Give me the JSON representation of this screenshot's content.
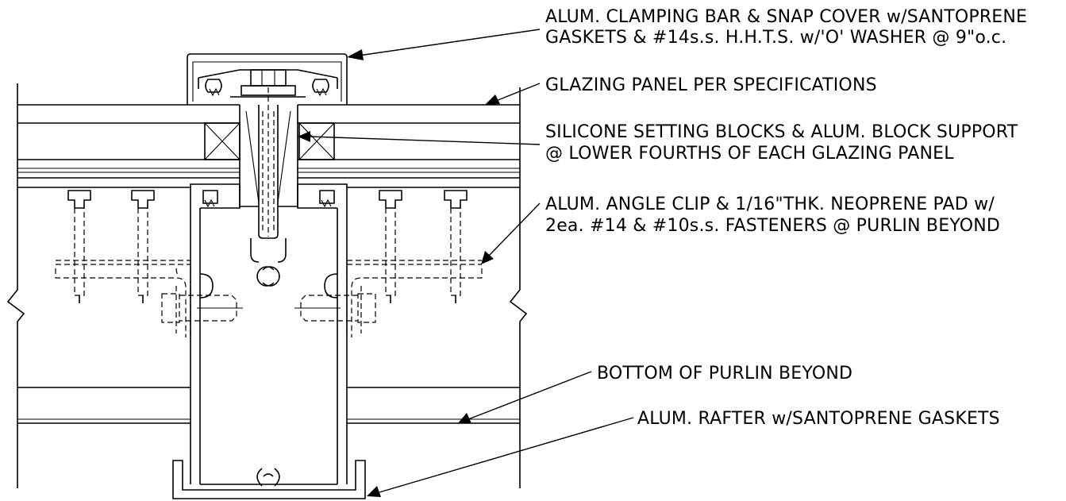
{
  "callouts": {
    "clamping_bar": {
      "line1": "ALUM. CLAMPING BAR & SNAP COVER w/SANTOPRENE",
      "line2": "GASKETS & #14s.s. H.H.T.S. w/'O' WASHER @ 9\"o.c."
    },
    "glazing_panel": {
      "line1": "GLAZING PANEL PER SPECIFICATIONS"
    },
    "setting_blocks": {
      "line1": "SILICONE SETTING BLOCKS & ALUM. BLOCK SUPPORT",
      "line2": "@ LOWER FOURTHS OF EACH GLAZING PANEL"
    },
    "angle_clip": {
      "line1": "ALUM. ANGLE CLIP & 1/16\"THK. NEOPRENE PAD w/",
      "line2": "2ea. #14 & #10s.s. FASTENERS @ PURLIN BEYOND"
    },
    "purlin_bottom": {
      "line1": "BOTTOM OF PURLIN BEYOND"
    },
    "rafter": {
      "line1": "ALUM. RAFTER w/SANTOPRENE GASKETS"
    }
  },
  "colors": {
    "ink": "#000000",
    "paper": "#ffffff"
  }
}
